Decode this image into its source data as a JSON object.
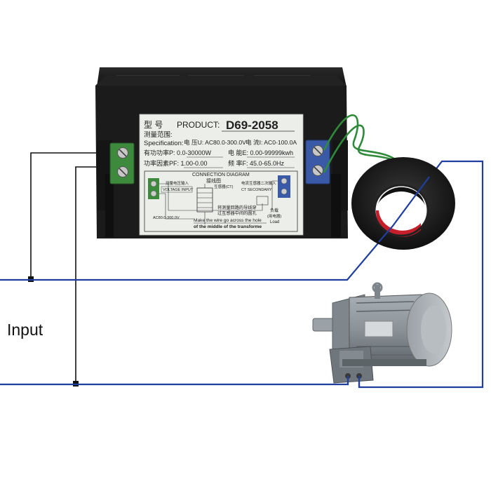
{
  "input_label": "Input",
  "label_sticker": {
    "product_row": {
      "prefix": "型   号",
      "key": "PRODUCT:",
      "model": "D69-2058"
    },
    "spec_row": {
      "cn": "测量范围:",
      "en": "Specification:"
    },
    "voltage_spec": "电 压U: AC80.0-300.0V",
    "current_spec": "电  流I: AC0-100.0A",
    "power_spec": "有功功率P:  0.0-30000W",
    "energy_spec": "电  能E: 0.00-99999kwh",
    "pf_spec": "功率因素PF:  1.00-0.00",
    "freq_spec": "频  率F: 45.0-65.0Hz",
    "diagram_title": "CONNECTION DIAGRAM",
    "diagram_title_cn": "接线图",
    "ct_label": "互感器(CT)",
    "voltage_input_cn": "测量电压输入",
    "voltage_input_en": "VOLTAGE INPUT",
    "ct_secondary_cn": "电流互感器二次输入",
    "ct_secondary_en": "CT SECONDARY",
    "voltage_range": "AC80.0-300.0V",
    "load_cn": "负载",
    "load_cn2": "(用电器)",
    "load_en": "Load",
    "wire_note_cn_1": "将测量回路的导线穿",
    "wire_note_cn_2": "过互感器中间的圆孔",
    "wire_note_en_1": "Make the wire go across the hole",
    "wire_note_en_2": "of the middle of the transforme"
  },
  "colors": {
    "wire_blue": "#1f3fa0",
    "wire_black": "#111111",
    "meter_body": "#1b1b1b",
    "terminal_green": "#3d8a3d",
    "terminal_blue": "#3a5aa8",
    "ct_ring": "#151515",
    "ct_red": "#c41f2a",
    "motor_grey": "#8c949a",
    "coil_green": "#2f8a3a"
  }
}
